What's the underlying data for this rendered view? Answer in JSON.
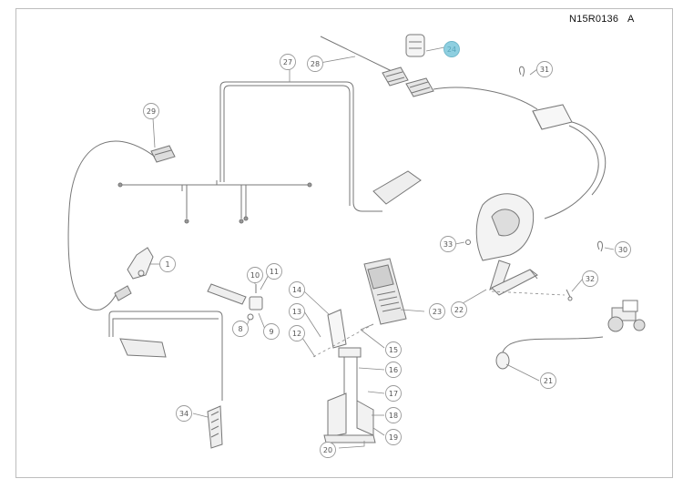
{
  "drawing": {
    "reference_code": "N15R0136",
    "revision": "A",
    "highlight_color": "#8ecfe0",
    "line_color": "#6f6f6f",
    "callouts": [
      {
        "label": "1"
      },
      {
        "label": "8"
      },
      {
        "label": "9"
      },
      {
        "label": "10"
      },
      {
        "label": "11"
      },
      {
        "label": "12"
      },
      {
        "label": "13"
      },
      {
        "label": "14"
      },
      {
        "label": "15"
      },
      {
        "label": "16"
      },
      {
        "label": "17"
      },
      {
        "label": "18"
      },
      {
        "label": "19"
      },
      {
        "label": "20"
      },
      {
        "label": "21"
      },
      {
        "label": "22"
      },
      {
        "label": "23"
      },
      {
        "label": "27"
      },
      {
        "label": "28"
      },
      {
        "label": "29"
      },
      {
        "label": "30"
      },
      {
        "label": "31"
      },
      {
        "label": "32"
      },
      {
        "label": "33"
      },
      {
        "label": "34"
      },
      {
        "label": "24",
        "highlighted": true
      }
    ]
  }
}
